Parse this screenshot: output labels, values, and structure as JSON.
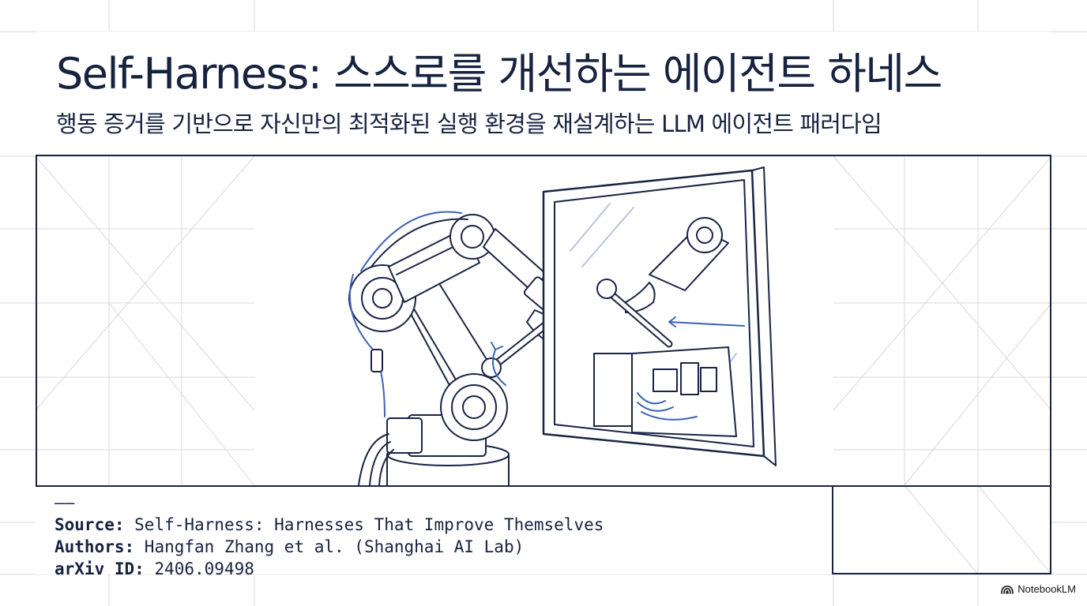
{
  "title": "Self-Harness: 스스로를 개선하는 에이전트 하네스",
  "subtitle": "행동 증거를 기반으로 자신만의 최적화된 실행 환경을 재설계하는 LLM 에이전트 패러다임",
  "source": {
    "divider": "——",
    "source_label": "Source:",
    "source_value": " Self-Harness: Harnesses That Improve Themselves",
    "authors_label": "Authors:",
    "authors_value": " Hangfan Zhang et al. (Shanghai AI Lab)",
    "arxiv_label": "arXiv ID:",
    "arxiv_value": " 2406.09498"
  },
  "brand": {
    "name": "NotebookLM",
    "icon": "notebooklm-logo-icon"
  },
  "colors": {
    "ink": "#17223f",
    "accent": "#3b63b5",
    "grid": "#d6d6d6"
  },
  "illustration": {
    "subject": "robot-arm-repairing-reflection-icon"
  }
}
